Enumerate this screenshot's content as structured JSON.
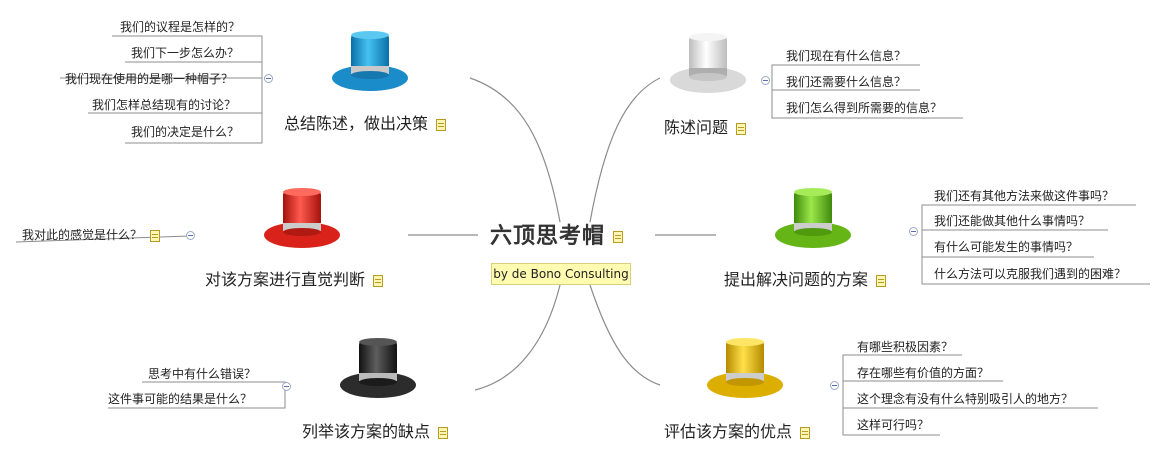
{
  "center": {
    "title": "六顶思考帽",
    "subtitle": "by de Bono Consulting"
  },
  "branches": {
    "blue": {
      "label": "总结陈述，做出决策",
      "color": "#1e9ad6",
      "items": [
        "我们的议程是怎样的？",
        "我们下一步怎么办？",
        "我们现在使用的是哪一种帽子？",
        "我们怎样总结现有的讨论？",
        "我们的决定是什么？"
      ]
    },
    "white": {
      "label": "陈述问题",
      "color": "#e4e4e4",
      "items": [
        "我们现在有什么信息？",
        "我们还需要什么信息？",
        "我们怎么得到所需要的信息？"
      ]
    },
    "red": {
      "label": "对该方案进行直觉判断",
      "color": "#e4281e",
      "items": [
        "我对此的感觉是什么？"
      ]
    },
    "green": {
      "label": "提出解决问题的方案",
      "color": "#6fc21a",
      "items": [
        "我们还有其他方法来做这件事吗？",
        "我们还能做其他什么事情吗？",
        "有什么可能发生的事情吗？",
        "什么方法可以克服我们遇到的困难？"
      ]
    },
    "black": {
      "label": "列举该方案的缺点",
      "color": "#333333",
      "items": [
        "思考中有什么错误？",
        "这件事可能的结果是什么？"
      ]
    },
    "yellow": {
      "label": "评估该方案的优点",
      "color": "#e8b800",
      "items": [
        "有哪些积极因素？",
        "存在哪些有价值的方面？",
        "这个理念有没有什么特别吸引人的地方？",
        "这样可行吗？"
      ]
    }
  }
}
